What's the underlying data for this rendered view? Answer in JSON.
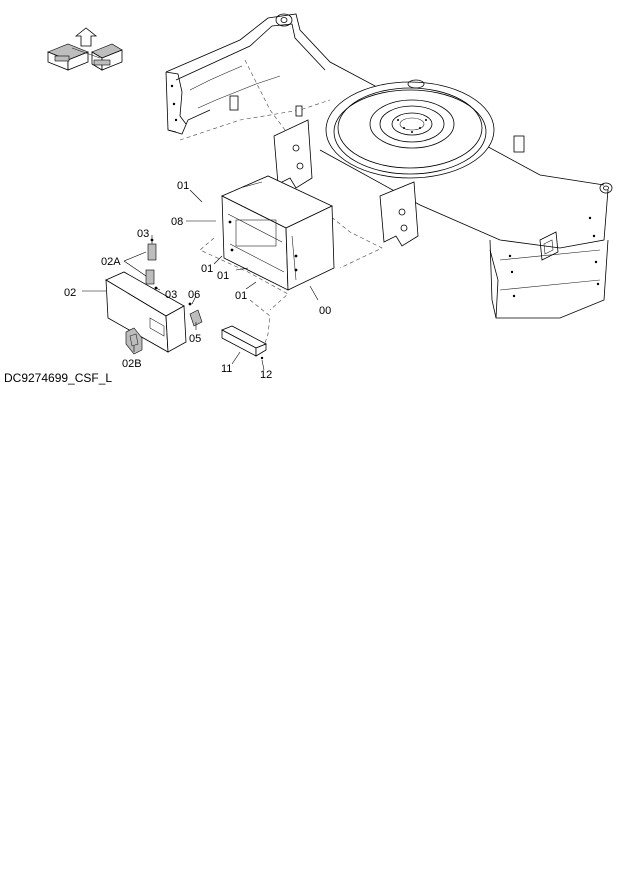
{
  "drawing": {
    "caption": "DC9274699_CSF_L"
  },
  "parts": [
    {
      "id": "p00",
      "label": "00"
    },
    {
      "id": "p01a",
      "label": "01"
    },
    {
      "id": "p01b",
      "label": "01"
    },
    {
      "id": "p01c",
      "label": "01"
    },
    {
      "id": "p01d",
      "label": "01"
    },
    {
      "id": "p02",
      "label": "02"
    },
    {
      "id": "p02a",
      "label": "02A"
    },
    {
      "id": "p02b",
      "label": "02B"
    },
    {
      "id": "p03a",
      "label": "03"
    },
    {
      "id": "p03b",
      "label": "03"
    },
    {
      "id": "p05",
      "label": "05"
    },
    {
      "id": "p06",
      "label": "06"
    },
    {
      "id": "p08",
      "label": "08"
    },
    {
      "id": "p11",
      "label": "11"
    },
    {
      "id": "p12",
      "label": "12"
    }
  ]
}
